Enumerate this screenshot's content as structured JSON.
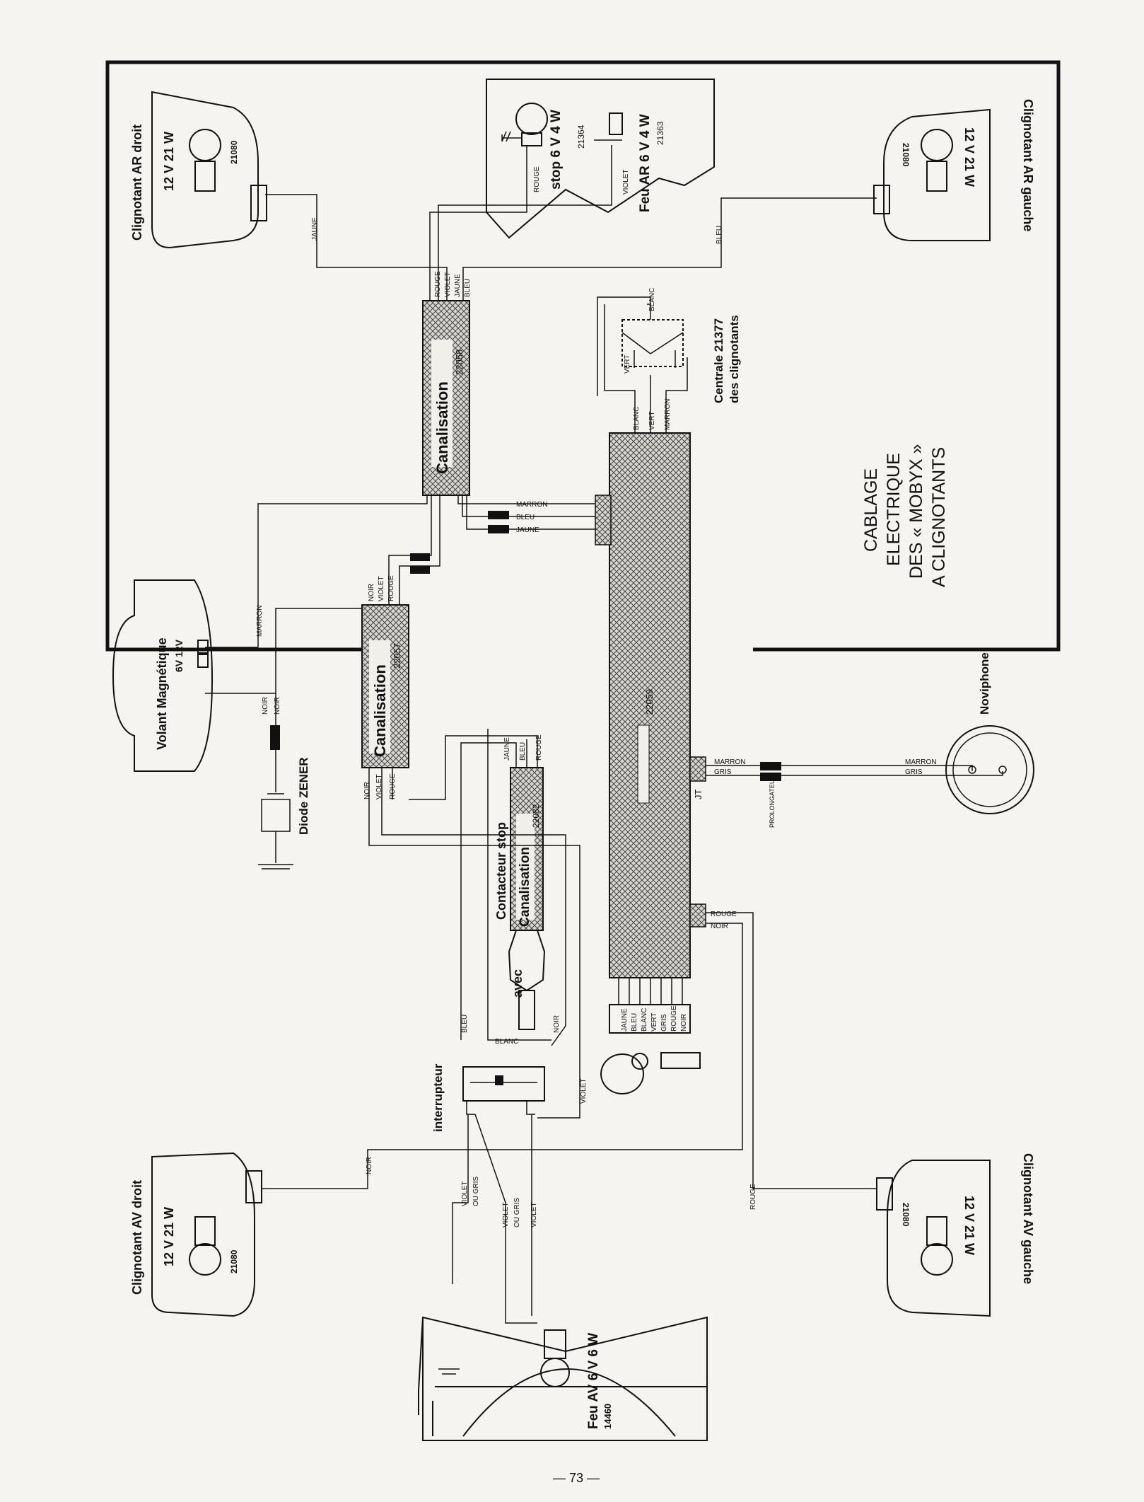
{
  "diagram": {
    "title": [
      "CABLAGE",
      "ELECTRIQUE",
      "DES « MOBYX »",
      "A  CLIGNOTANTS"
    ],
    "page_number": "— 73 —",
    "indicators": {
      "rear_right": {
        "name": "Clignotant AR droit",
        "rating": "12 V 21 W",
        "ref": "21080",
        "wire": "JAUNE"
      },
      "rear_left": {
        "name": "Clignotant AR gauche",
        "rating": "12 V 21 W",
        "ref": "21080",
        "wire": "BLEU"
      },
      "front_right": {
        "name": "Clignotant AV droit",
        "rating": "12 V 21 W",
        "ref": "21080",
        "wire": "NOIR"
      },
      "front_left": {
        "name": "Clignotant AV gauche",
        "rating": "12 V 21 W",
        "ref": "21080",
        "wire": "ROUGE"
      }
    },
    "rear_lamp": {
      "stop_label": "stop  6 V 4 W",
      "stop_ref": "21364",
      "stop_wire": "ROUGE",
      "tail_label": "Feu AR  6 V 4 W",
      "tail_ref": "21363",
      "tail_wire": "VIOLET"
    },
    "canal_22058": {
      "name": "Canalisation",
      "ref": "22058",
      "wires_top": [
        "ROUGE",
        "VIOLET",
        "JAUNE",
        "BLEU"
      ]
    },
    "canal_22057": {
      "name": "Canalisation",
      "ref": "22057",
      "wires_top": [
        "NOIR",
        "VIOLET",
        "ROUGE"
      ],
      "wires_bottom": [
        "NOIR",
        "VIOLET",
        "ROUGE"
      ]
    },
    "canal_22082": {
      "name": "Canalisation",
      "ref": "22082",
      "wires_top": [
        "JAUNE",
        "BLEU",
        "ROUGE"
      ]
    },
    "harness_22059": {
      "ref": "22059",
      "mark": "JT",
      "top_wires": [
        "BLANC",
        "VERT",
        "MARRON"
      ],
      "side_wires": [
        "MARRON",
        "BLEU",
        "JAUNE"
      ],
      "bottom_wires": [
        "JAUNE",
        "BLEU",
        "BLANC",
        "VERT",
        "GRIS",
        "ROUGE",
        "NOIR"
      ],
      "right_wires": [
        "MARRON",
        "GRIS"
      ],
      "right_low_wires": [
        "ROUGE",
        "NOIR"
      ]
    },
    "flasher": {
      "name_line1": "Centrale  21377",
      "name_line2": "des clignotants",
      "wire_top": "BLANC",
      "wire_left": "VERT"
    },
    "magneto": {
      "name_line1": "Volant  Magnétique",
      "name_line2": "6V    12V",
      "wire_marron": "MARRON",
      "wire_noir1": "NOIR",
      "wire_noir2": "NOIR"
    },
    "zener": {
      "name": "Diode ZENER"
    },
    "contact": {
      "line1": "Contacteur  stop",
      "line2": "avec"
    },
    "interrupteur": {
      "name": "interrupteur",
      "wire_bleu": "BLEU",
      "wire_blanc": "BLANC",
      "wire_noir": "NOIR",
      "wire_violet": "VIOLET"
    },
    "headlamp": {
      "name": "Feu AV 6 V 6 W",
      "ref": "14460",
      "wires": [
        "VIOLET",
        "OU GRIS",
        "VIOLET",
        "OU GRIS",
        "VIOLET"
      ]
    },
    "noviphone": {
      "name": "Noviphone",
      "wire1": "MARRON",
      "wire2": "GRIS",
      "extender": "PROLONGATEUR"
    }
  }
}
